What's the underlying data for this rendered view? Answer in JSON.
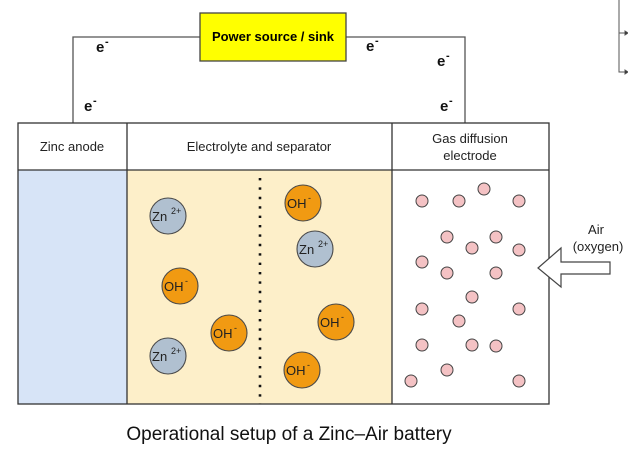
{
  "diagram": {
    "caption": "Operational setup of a Zinc–Air battery",
    "power_box": {
      "label": "Power source / sink",
      "color": "#ffff00"
    },
    "electron_label": {
      "base": "e",
      "sup": "-"
    },
    "electrons": [
      {
        "id": "top-left"
      },
      {
        "id": "left-lower"
      },
      {
        "id": "top-right"
      },
      {
        "id": "right-upper"
      },
      {
        "id": "right-lower"
      }
    ],
    "columns": [
      {
        "key": "anode",
        "header": "Zinc anode",
        "fill": "#d7e4f7"
      },
      {
        "key": "electrolyte",
        "header": "Electrolyte and separator",
        "fill": "#fdefc9"
      },
      {
        "key": "gas",
        "header_lines": [
          "Gas diffusion",
          "electrode"
        ],
        "fill": "#ffffff"
      }
    ],
    "ion_types": {
      "zinc": {
        "base": "Zn",
        "sup": "2+",
        "fill": "#b0c0d0"
      },
      "hydroxide": {
        "base": "OH",
        "sup": "-",
        "fill": "#f19a12"
      }
    },
    "ions": [
      {
        "type": "zinc"
      },
      {
        "type": "hydroxide"
      },
      {
        "type": "hydroxide"
      },
      {
        "type": "zinc"
      },
      {
        "type": "hydroxide"
      },
      {
        "type": "zinc"
      },
      {
        "type": "hydroxide"
      },
      {
        "type": "hydroxide"
      }
    ],
    "oxygen_particle_color": "#f4c2c4",
    "oxygen_particle_count": 21,
    "air_input": {
      "line1": "Air",
      "line2": "(oxygen)"
    }
  }
}
